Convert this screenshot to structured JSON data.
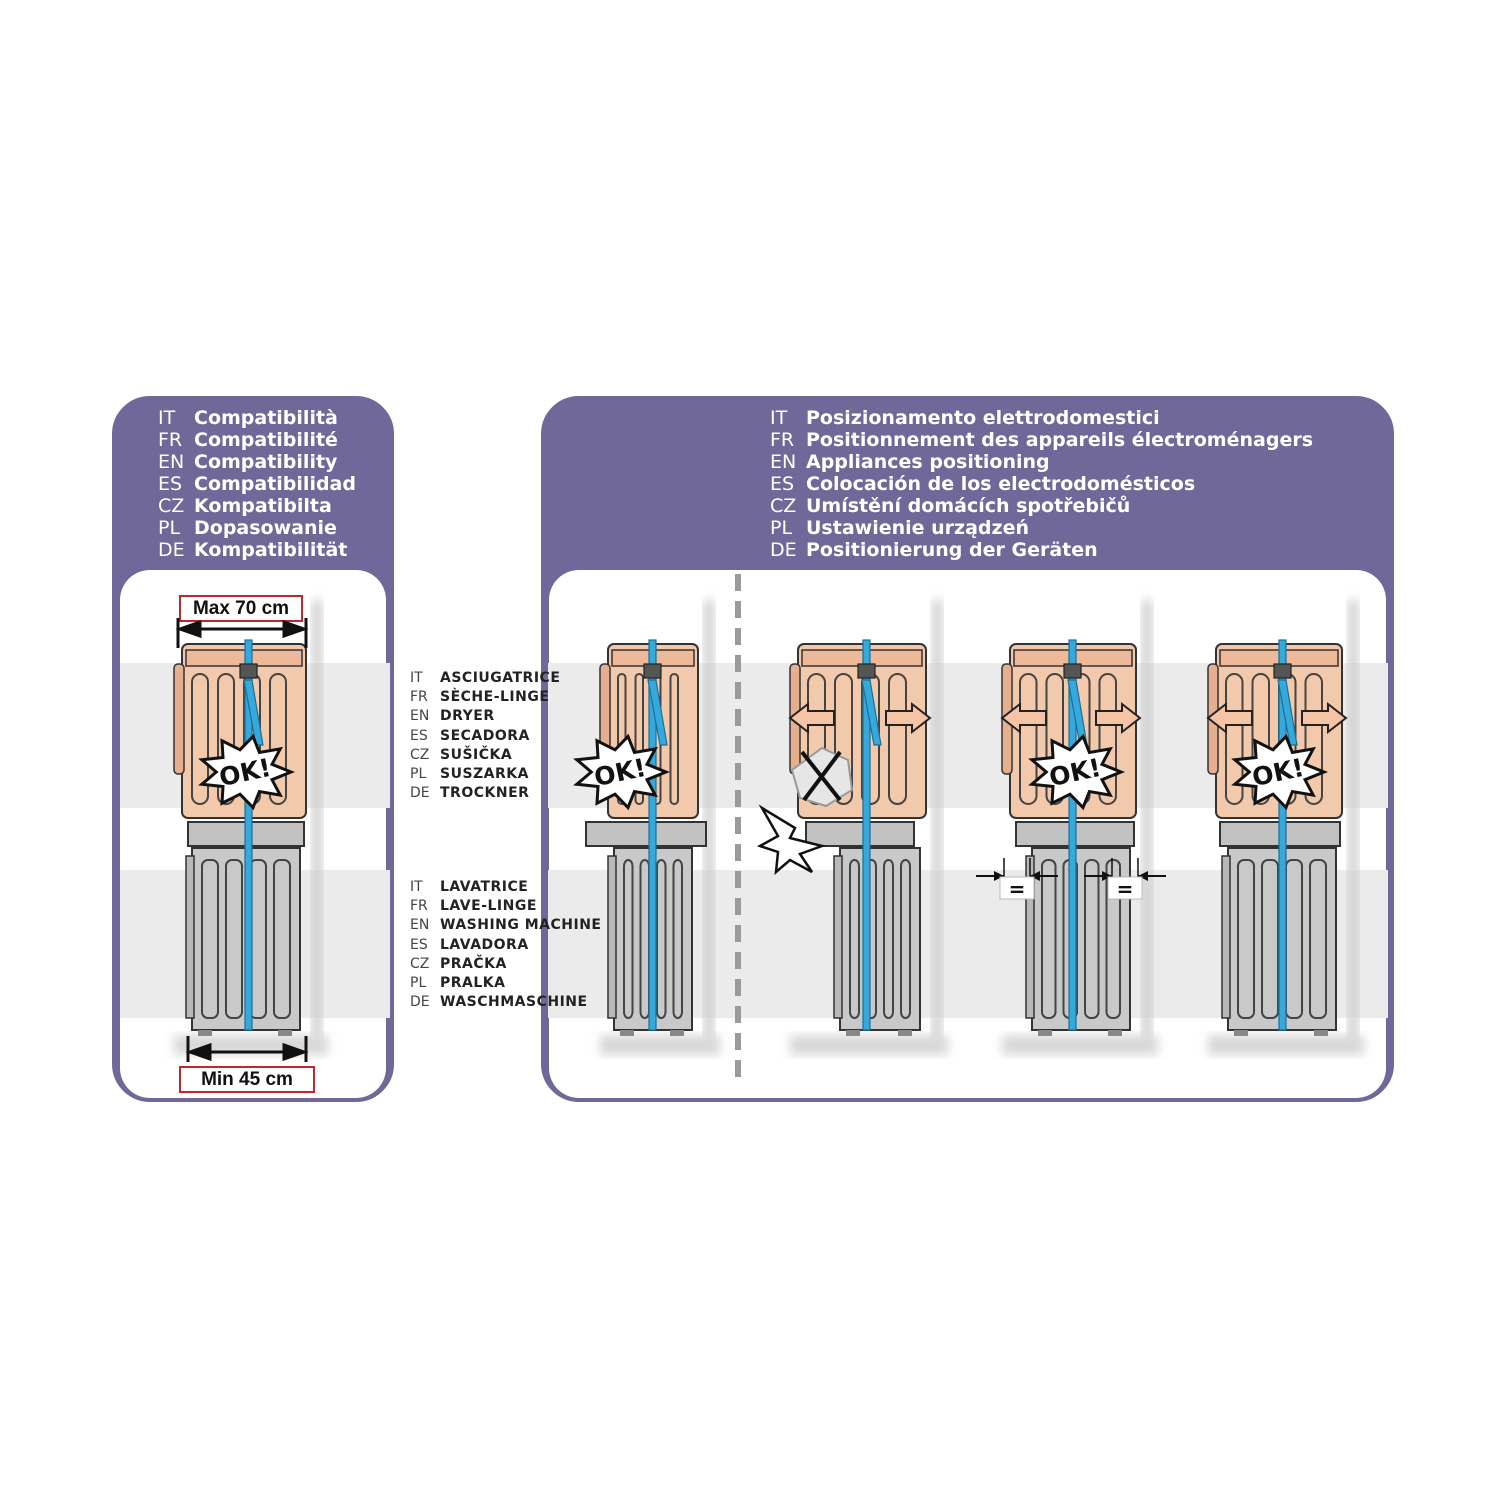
{
  "colors": {
    "header_purple": "#706898",
    "band_grey": "#ebebeb",
    "dryer_peach": "#f3c9ac",
    "washer_grey": "#c9c9c9",
    "strap_blue": "#35a9dc",
    "arrow_peach": "#f6c3a4",
    "dim_box_red": "#c2272d"
  },
  "compatibility_panel": {
    "titles": [
      {
        "code": "IT",
        "text": "Compatibilità"
      },
      {
        "code": "FR",
        "text": "Compatibilité"
      },
      {
        "code": "EN",
        "text": "Compatibility"
      },
      {
        "code": "ES",
        "text": "Compatibilidad"
      },
      {
        "code": "CZ",
        "text": "Kompatibilta"
      },
      {
        "code": "PL",
        "text": "Dopasowanie"
      },
      {
        "code": "DE",
        "text": "Kompatibilität"
      }
    ],
    "max_label": "Max 70 cm",
    "min_label": "Min 45 cm",
    "ok_label": "OK!"
  },
  "positioning_panel": {
    "titles": [
      {
        "code": "IT",
        "text": "Posizionamento elettrodomestici"
      },
      {
        "code": "FR",
        "text": "Positionnement des appareils électroménagers"
      },
      {
        "code": "EN",
        "text": "Appliances positioning"
      },
      {
        "code": "ES",
        "text": "Colocación de los electrodomésticos"
      },
      {
        "code": "CZ",
        "text": "Umístění domácích spotřebičů"
      },
      {
        "code": "PL",
        "text": "Ustawienie urządzeń"
      },
      {
        "code": "DE",
        "text": "Positionierung der Geräten"
      }
    ],
    "ok_label": "OK!",
    "equal_sign": "="
  },
  "dryer_labels": [
    {
      "code": "IT",
      "text": "ASCIUGATRICE"
    },
    {
      "code": "FR",
      "text": "SÈCHE-LINGE"
    },
    {
      "code": "EN",
      "text": "DRYER"
    },
    {
      "code": "ES",
      "text": "SECADORA"
    },
    {
      "code": "CZ",
      "text": "SUŠIČKA"
    },
    {
      "code": "PL",
      "text": "SUSZARKA"
    },
    {
      "code": "DE",
      "text": "TROCKNER"
    }
  ],
  "washer_labels": [
    {
      "code": "IT",
      "text": "LAVATRICE"
    },
    {
      "code": "FR",
      "text": "LAVE-LINGE"
    },
    {
      "code": "EN",
      "text": "WASHING MACHINE"
    },
    {
      "code": "ES",
      "text": "LAVADORA"
    },
    {
      "code": "CZ",
      "text": "PRAČKA"
    },
    {
      "code": "PL",
      "text": "PRALKA"
    },
    {
      "code": "DE",
      "text": "WASCHMASCHINE"
    }
  ]
}
